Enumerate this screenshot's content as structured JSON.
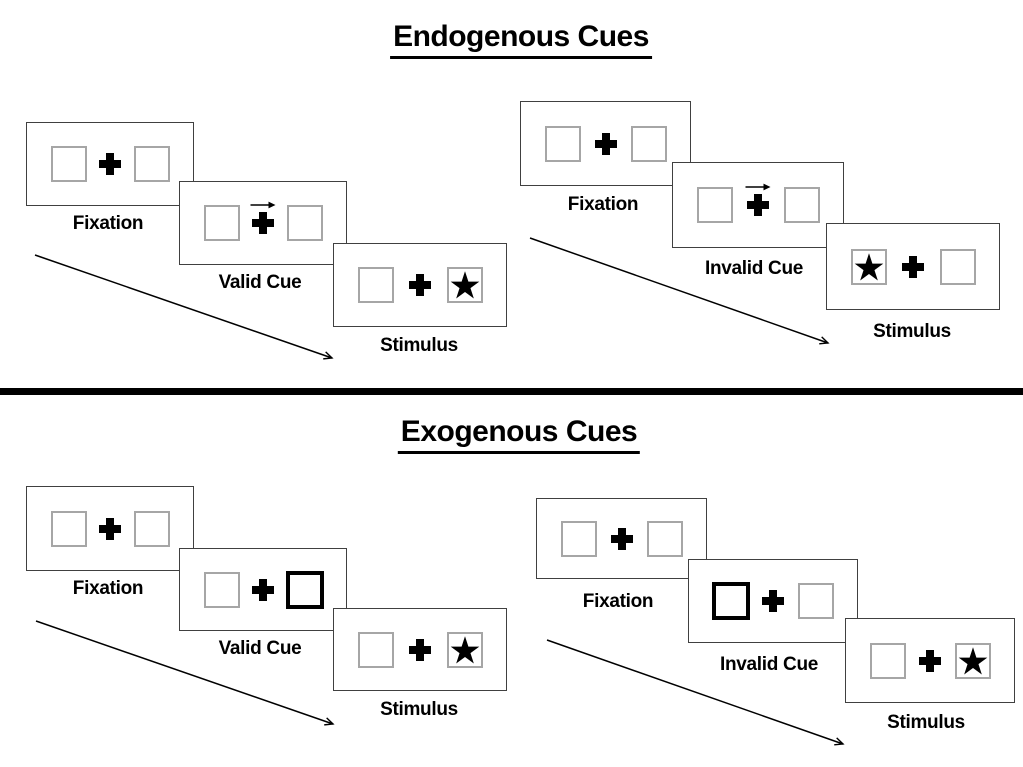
{
  "sections": [
    {
      "id": "endogenous",
      "title": "Endogenous Cues",
      "sequences": [
        {
          "id": "valid",
          "panels": [
            {
              "id": "fixation",
              "label": "Fixation",
              "left_box": "plain",
              "right_box": "plain",
              "cue_arrow": false
            },
            {
              "id": "valid-cue",
              "label": "Valid Cue",
              "left_box": "plain",
              "right_box": "plain",
              "cue_arrow": true
            },
            {
              "id": "stimulus",
              "label": "Stimulus",
              "left_box": "plain",
              "right_box": "star",
              "cue_arrow": false
            }
          ]
        },
        {
          "id": "invalid",
          "panels": [
            {
              "id": "fixation",
              "label": "Fixation",
              "left_box": "plain",
              "right_box": "plain",
              "cue_arrow": false
            },
            {
              "id": "invalid-cue",
              "label": "Invalid Cue",
              "left_box": "plain",
              "right_box": "plain",
              "cue_arrow": true
            },
            {
              "id": "stimulus",
              "label": "Stimulus",
              "left_box": "star",
              "right_box": "plain",
              "cue_arrow": false
            }
          ]
        }
      ]
    },
    {
      "id": "exogenous",
      "title": "Exogenous Cues",
      "sequences": [
        {
          "id": "valid",
          "panels": [
            {
              "id": "fixation",
              "label": "Fixation",
              "left_box": "plain",
              "right_box": "plain",
              "cue_arrow": false
            },
            {
              "id": "valid-cue",
              "label": "Valid Cue",
              "left_box": "plain",
              "right_box": "thick",
              "cue_arrow": false
            },
            {
              "id": "stimulus",
              "label": "Stimulus",
              "left_box": "plain",
              "right_box": "star",
              "cue_arrow": false
            }
          ]
        },
        {
          "id": "invalid",
          "panels": [
            {
              "id": "fixation",
              "label": "Fixation",
              "left_box": "plain",
              "right_box": "plain",
              "cue_arrow": false
            },
            {
              "id": "invalid-cue",
              "label": "Invalid Cue",
              "left_box": "thick",
              "right_box": "plain",
              "cue_arrow": false
            },
            {
              "id": "stimulus",
              "label": "Stimulus",
              "left_box": "plain",
              "right_box": "star",
              "cue_arrow": false
            }
          ]
        }
      ]
    }
  ],
  "icons": {
    "fixation_cross": "plus",
    "endogenous_cue": "right-arrow",
    "exogenous_cue": "thick-box",
    "stimulus_target": "filled-star",
    "timeline": "diagonal-arrow"
  },
  "colors": {
    "ink": "#000000",
    "panel_border": "#404040",
    "box_border": "#a6a6a6",
    "background": "#ffffff"
  }
}
